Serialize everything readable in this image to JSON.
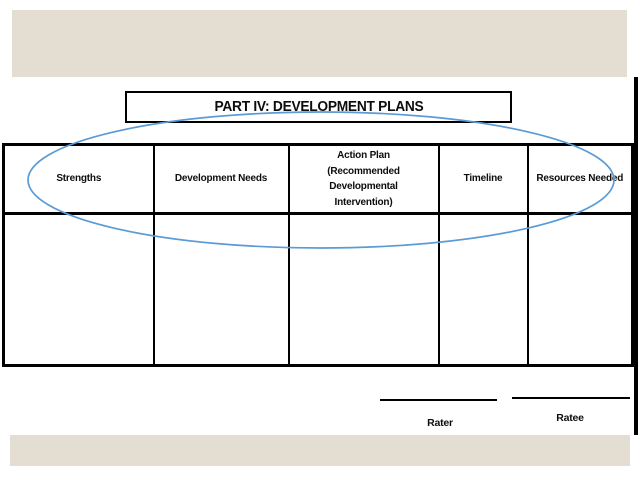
{
  "slide": {
    "title": "PART IV: DEVELOPMENT PLANS"
  },
  "table": {
    "headers": [
      "Strengths",
      "Development Needs",
      "Action Plan\n(Recommended Developmental\nIntervention)",
      "Timeline",
      "Resources Needed"
    ],
    "body_rows": 1
  },
  "signatures": {
    "rater_label": "Rater",
    "ratee_label": "Ratee"
  },
  "colors": {
    "band": "#e3ded1",
    "ellipse": "#5b9bd5",
    "border": "#000000"
  }
}
